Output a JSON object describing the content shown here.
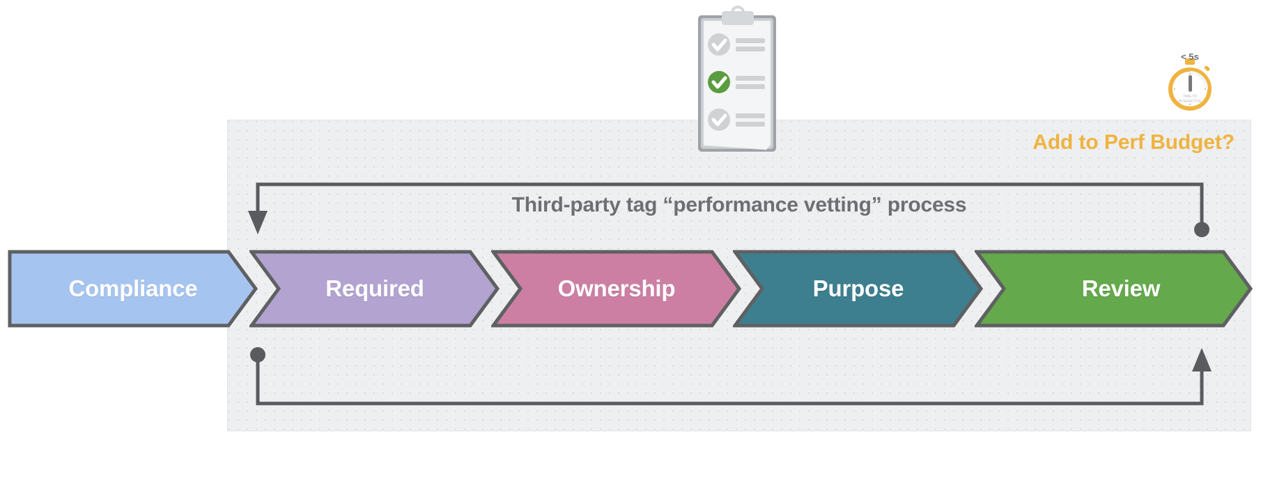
{
  "diagram": {
    "title": "Third-party tag “performance vetting” process",
    "side_note": "Add to Perf Budget?",
    "stages": [
      {
        "label": "Compliance",
        "color": "#a6c4f0",
        "border": "#5f6062"
      },
      {
        "label": "Required",
        "color": "#b3a3d1",
        "border": "#5f6062"
      },
      {
        "label": "Ownership",
        "color": "#cc7fa3",
        "border": "#5f6062"
      },
      {
        "label": "Purpose",
        "color": "#3d7f8f",
        "border": "#5f6062"
      },
      {
        "label": "Review",
        "color": "#64a94b",
        "border": "#5f6062"
      }
    ],
    "panel": {
      "fill": "#eeeff1",
      "border": "#e3e4e7"
    },
    "connector_color": "#5a5b5e"
  },
  "stopwatch": {
    "threshold": "< 5s",
    "metric_line1": "TIME-TO",
    "metric_line2": "INTERACTIVE",
    "ring_color": "#efb33f"
  },
  "clipboard": {
    "checked_item_color": "#5a9c3f",
    "unchecked_item_color": "#cfd1d3",
    "items": [
      {
        "state": "unchecked"
      },
      {
        "state": "checked"
      },
      {
        "state": "unchecked"
      }
    ]
  },
  "colors": {
    "accent_amber": "#efb33f",
    "text_gray": "#6d6f73",
    "line_gray": "#5a5b5e"
  }
}
